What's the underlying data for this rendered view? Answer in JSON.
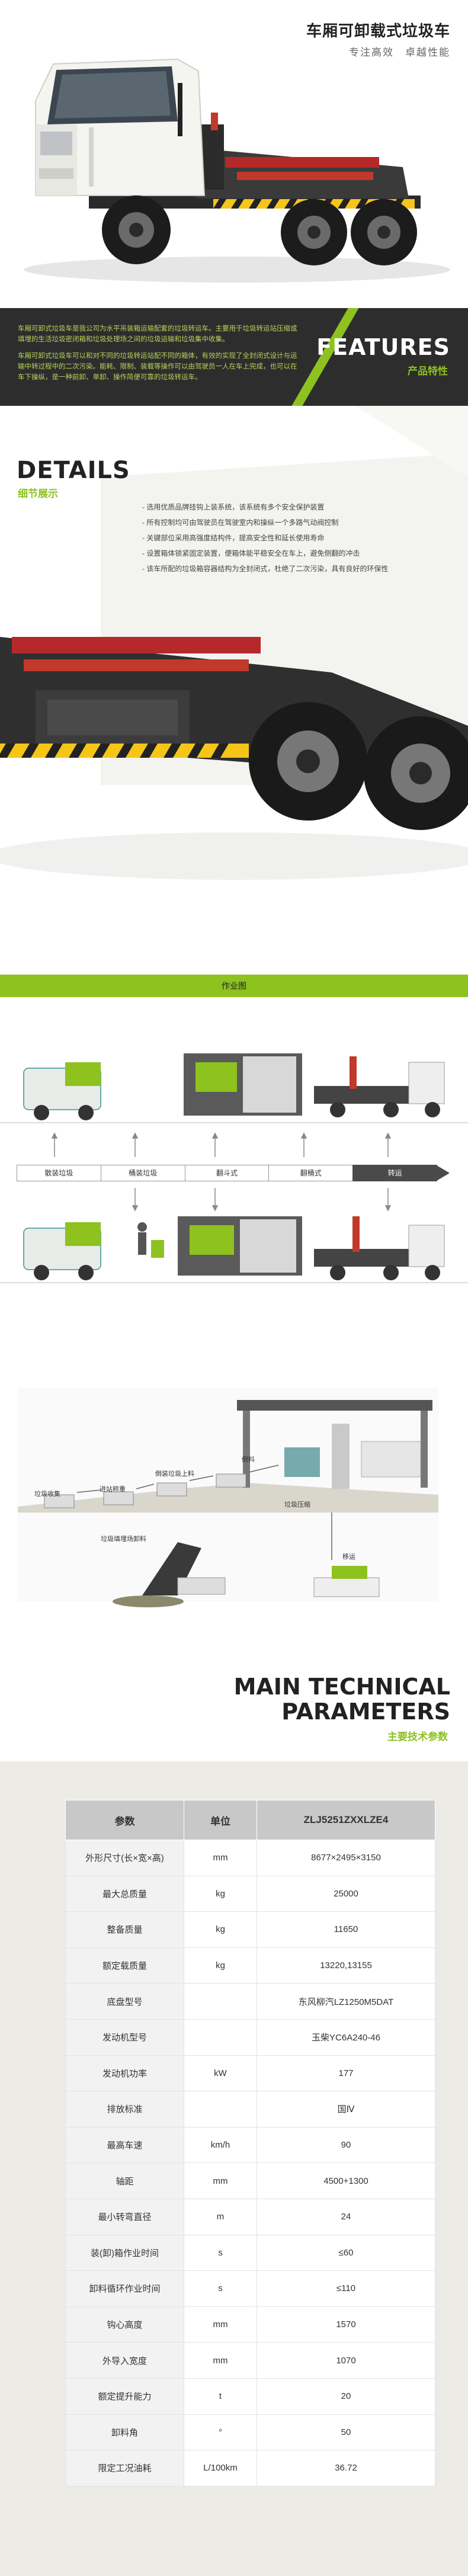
{
  "hero": {
    "title": "车厢可卸载式垃圾车",
    "subtitle": "专注高效　卓越性能",
    "truck_cab_color": "#f2f2ee",
    "accent_color": "#8dc21f"
  },
  "features": {
    "title": "FEATURES",
    "subtitle": "产品特性",
    "paragraphs": [
      "车厢可卸式垃圾车是我公司为水平吊装箱运输配套的垃圾转运车。主要用于垃圾转运站压缩或填埋的生活垃圾密闭箱和垃圾处理场之间的垃圾运输和垃圾集中收集。",
      "车厢可卸式垃圾车可以和对不同的垃圾转运站配不同的箱体，有效的实现了全封闭式设计与运输中转过程中的二次污染。能耗、限制、装载等操作可以由驾驶员一人在车上完成，也可以在车下操纵，是一种前卸、单卸、操作简便可靠的垃圾转运车。"
    ]
  },
  "details": {
    "title": "DETAILS",
    "subtitle": "细节展示",
    "items": [
      "选用优质品牌挂钩上装系统，该系统有多个安全保护装置",
      "所有控制均可由驾驶员在驾驶室内和操纵一个多路气动阀控制",
      "关键部位采用高强度结构件，提高安全性和延长使用寿命",
      "设置箱体锁紧固定装置，便箱体能平稳安全在车上，避免侧翻的冲击",
      "该车所配的垃圾箱容器结构为全封闭式，杜绝了二次污染，具有良好的环保性"
    ]
  },
  "work": {
    "bar_label": "作业图",
    "stages": [
      "散装垃圾",
      "桶装垃圾",
      "翻斗式",
      "翻桶式",
      "转运"
    ]
  },
  "process": {
    "labels": [
      "垃圾收集",
      "进站称重",
      "倒装垃圾上料",
      "倒料",
      "垃圾压缩",
      "垃圾填埋场卸料",
      "移运"
    ]
  },
  "params": {
    "title_line1": "MAIN TECHNICAL",
    "title_line2": "PARAMETERS",
    "subtitle": "主要技术参数",
    "headers": [
      "参数",
      "单位",
      "ZLJ5251ZXXLZE4"
    ],
    "rows": [
      [
        "外形尺寸(长×宽×高)",
        "mm",
        "8677×2495×3150"
      ],
      [
        "最大总质量",
        "kg",
        "25000"
      ],
      [
        "整备质量",
        "kg",
        "11650"
      ],
      [
        "额定载质量",
        "kg",
        "13220,13155"
      ],
      [
        "底盘型号",
        "",
        "东风柳汽LZ1250M5DAT"
      ],
      [
        "发动机型号",
        "",
        "玉柴YC6A240-46"
      ],
      [
        "发动机功率",
        "kW",
        "177"
      ],
      [
        "排放标准",
        "",
        "国Ⅳ"
      ],
      [
        "最高车速",
        "km/h",
        "90"
      ],
      [
        "轴距",
        "mm",
        "4500+1300"
      ],
      [
        "最小转弯直径",
        "m",
        "24"
      ],
      [
        "装(卸)箱作业时间",
        "s",
        "≤60"
      ],
      [
        "卸料循环作业时间",
        "s",
        "≤110"
      ],
      [
        "钩心高度",
        "mm",
        "1570"
      ],
      [
        "外导入宽度",
        "mm",
        "1070"
      ],
      [
        "额定提升能力",
        "t",
        "20"
      ],
      [
        "卸料角",
        "°",
        "50"
      ],
      [
        "限定工况油耗",
        "L/100km",
        "36.72"
      ]
    ]
  }
}
